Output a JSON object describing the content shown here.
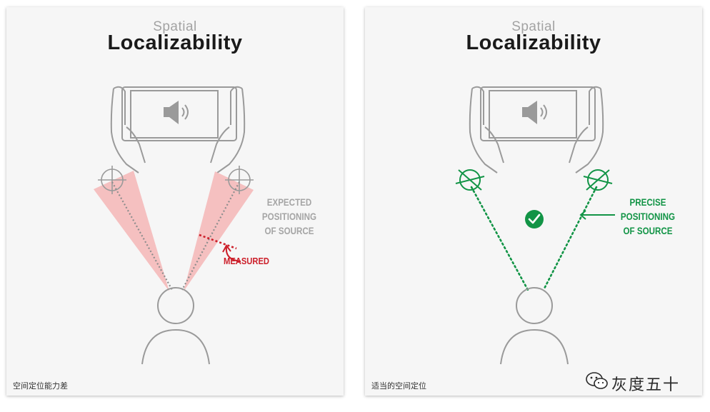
{
  "panels": [
    {
      "title_top": "Spatial",
      "title_main": "Localizability",
      "label": [
        "EXPECTED",
        "POSITIONING",
        "OF SOURCE"
      ],
      "measured_label": "MEASURED",
      "caption": "空间定位能力差",
      "colors": {
        "label": "#a5a5a5",
        "measured": "#cc1f2a",
        "cone": "#f5b6b6",
        "line": "#9a9a9a"
      }
    },
    {
      "title_top": "Spatial",
      "title_main": "Localizability",
      "label": [
        "PRECISE",
        "POSITIONING",
        "OF SOURCE"
      ],
      "caption": "适当的空间定位",
      "colors": {
        "label": "#129446",
        "accent": "#129446"
      }
    }
  ],
  "watermark": {
    "text": "灰度五十",
    "icon": "wechat-icon"
  }
}
